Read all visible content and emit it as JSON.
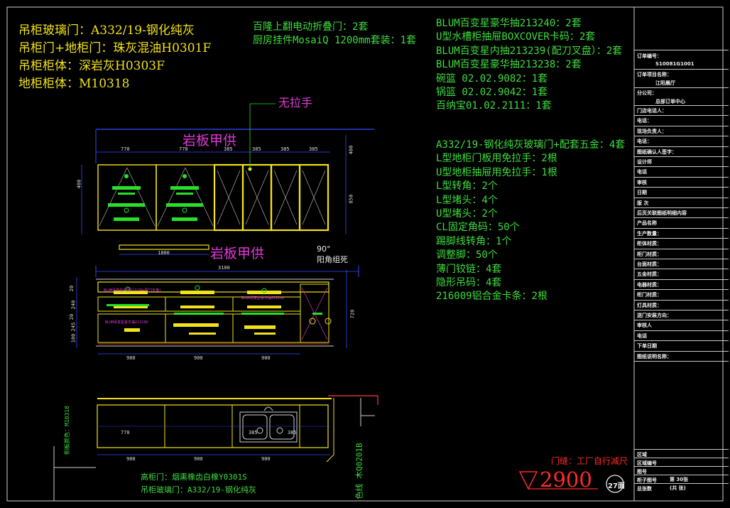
{
  "spec_left": [
    "吊柜玻璃门：A332/19-钢化纯灰",
    "吊柜门+地柜门：珠灰混油H0301F",
    "吊柜柜体：深岩灰H0303F",
    "地柜柜体：M10318"
  ],
  "spec_mid": [
    "百隆上翻电动折叠门：2套",
    "厨房挂件MosaiQ 1200mm套装：1套"
  ],
  "hw_list_1": [
    "BLUM百变星豪华抽213240：2套",
    "U型水槽柜抽屉BOXCOVER卡码：2套",
    "BLUM百变星内抽213239(配刀叉盘）：2套",
    "BLUM百变星豪华抽213238：2套",
    "碗篮 02.02.9082：1套",
    "锅篮 02.02.9042：1套",
    "百纳宝01.02.2111：1套"
  ],
  "hw_list_2": [
    "A332/19-钢化纯灰玻璃门+配套五金：4套",
    "L型地柜门板用免拉手：2根",
    "U型地柜抽屉用免拉手：1根",
    "L型转角：2个",
    "L型堵头：4个",
    "U型堵头：2个",
    "CL固定角码：50个",
    "踢脚线转角：1个",
    "调整脚：50个",
    "薄门铰链：4套",
    "隐形吊码：4套",
    "216009铝合金卡条：2根"
  ],
  "drawing": {
    "no_handle": "无拉手",
    "slab_top": "岩板甲供",
    "slab_mid": "岩板甲供",
    "angle_note_1": "90°",
    "angle_note_2": "阳角组死",
    "dim_upper": [
      "770",
      "770",
      "385",
      "385",
      "385",
      "385"
    ],
    "dim_upper_total": "3100",
    "dim_1800": "1800",
    "dim_lower": [
      "900",
      "900",
      "900"
    ],
    "dim_vert_upper": [
      "400",
      "850",
      "400"
    ],
    "dim_vert_lower": [
      "20",
      "240",
      "20",
      "245",
      "245",
      "100",
      "720"
    ],
    "drawer_note_1": "BLUM百变星内抽213239(配刀叉盘)",
    "drawer_note_2": "BLUM百变星豪华抽213240",
    "drawer_note_3": "BLUM百变星豪华抽213238",
    "bottom_dims": [
      "770",
      "385",
      "385"
    ],
    "bottom_dims_lower": [
      "900",
      "900",
      "900"
    ],
    "bottom_vert_label": "侧板颜色：M10318",
    "bottom_vert_label_2": "色线 木Q0201B",
    "bottom_note_1": "高柜门：烟熏橡齿白橡Y0301S",
    "bottom_note_2": "吊柜玻璃门：A332/19-钢化纯灰"
  },
  "footer": {
    "door_gap": "门缝：工厂自行减尺",
    "height_value": "2900",
    "face_label": "27面"
  },
  "title_block": {
    "order_no_label": "订单编号：",
    "order_no_value": "S10081G1001",
    "order_project_label": "订单项目名称：",
    "order_project_value": "江阳晨厅",
    "branch_label": "分公司：",
    "branch_value": "总部订单中心",
    "rows": [
      "门店电话人：",
      "电话：",
      "现场负责人：",
      "电话：",
      "图纸确认人签字：",
      "设计师",
      "电话",
      "审核",
      "日期",
      "版 次",
      "后页关联图纸明细内容",
      "产品名称",
      "生产数量：",
      "柜体材质：",
      "柜门材质：",
      "台面材质：",
      "五金材质：",
      "电器材质：",
      "柜门材质：",
      "灯具材质：",
      "送门安装方向：",
      "审核人",
      "电话",
      "下单日期",
      "图纸说明名称："
    ],
    "bottom_rows": [
      "区域",
      "区域编号",
      "图号",
      "柜子图号",
      "总张数"
    ],
    "sheet_no": "第 30张",
    "sheet_total": "(共 张)"
  }
}
